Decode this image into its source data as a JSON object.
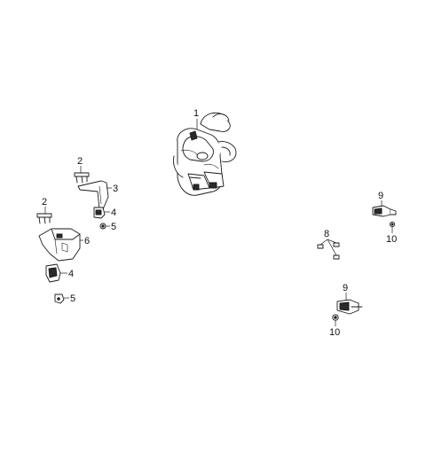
{
  "callouts": {
    "c1": "1",
    "c2a": "2",
    "c2b": "2",
    "c3": "3",
    "c4a": "4",
    "c4b": "4",
    "c5a": "5",
    "c5b": "5",
    "c6": "6",
    "c8": "8",
    "c9a": "9",
    "c9b": "9",
    "c10a": "10",
    "c10b": "10"
  }
}
